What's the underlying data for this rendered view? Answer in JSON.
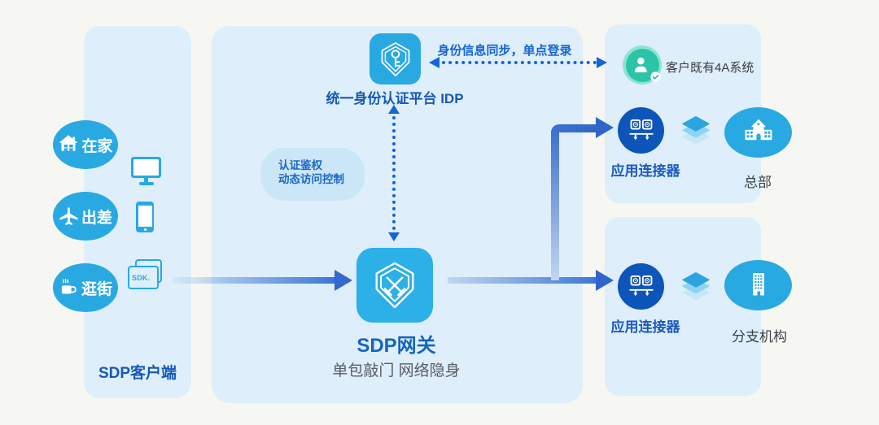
{
  "client_panel": {
    "title": "SDP客户端",
    "scenes": [
      {
        "label": "在家",
        "icon": "home-icon"
      },
      {
        "label": "出差",
        "icon": "plane-icon"
      },
      {
        "label": "逛街",
        "icon": "coffee-icon"
      }
    ],
    "sdk_badge": "SDK."
  },
  "idp": {
    "label": "统一身份认证平台 IDP"
  },
  "auth_bubble": {
    "line1": "认证鉴权",
    "line2": "动态访问控制"
  },
  "gateway": {
    "title": "SDP网关",
    "subtitle": "单包敲门 网络隐身"
  },
  "sync": {
    "label": "身份信息同步，单点登录"
  },
  "external_system": {
    "label": "客户既有4A系统"
  },
  "groups": [
    {
      "connector": "应用连接器",
      "site": "总部"
    },
    {
      "connector": "应用连接器",
      "site": "分支机构"
    }
  ],
  "colors": {
    "panel_bg": "#deeefa",
    "icon_blue": "#29a9e2",
    "connector_deep_blue": "#0e55b9",
    "arrow_blue": "#3b76d6",
    "dotted_blue": "#1565d8",
    "label_blue": "#1659b5",
    "teal": "#2cc4a6",
    "subtitle_gray": "#565d66"
  }
}
